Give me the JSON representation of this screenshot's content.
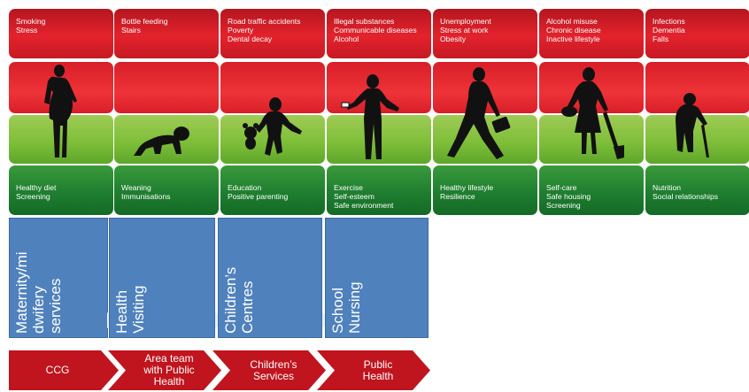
{
  "stages": [
    {
      "risks": "Smoking\nStress",
      "protective": "Healthy diet\nScreening",
      "silhouette": "pregnant-woman-icon"
    },
    {
      "risks": "Bottle feeding\nStairs",
      "protective": "Weaning\nImmunisations",
      "silhouette": "crawling-baby-icon"
    },
    {
      "risks": "Road traffic accidents\nPoverty\nDental decay",
      "protective": "Education\nPositive parenting",
      "silhouette": "child-with-teddy-icon"
    },
    {
      "risks": "Illegal substances\nCommunicable diseases\nAlcohol",
      "protective": "Exercise\nSelf-esteem\nSafe environment",
      "silhouette": "teen-with-phone-icon"
    },
    {
      "risks": "Unemployment\nStress at work\nObesity",
      "protective": "Healthy lifestyle\nResilience",
      "silhouette": "walking-adult-with-briefcase-icon"
    },
    {
      "risks": "Alcohol misuse\nChronic disease\nInactive lifestyle",
      "protective": "Self-care\nSafe housing\nScreening",
      "silhouette": "woman-gardening-icon"
    },
    {
      "risks": "Infections\nDementia\nFalls",
      "protective": "Nutrition\nSocial relationships",
      "silhouette": "elderly-with-cane-icon"
    }
  ],
  "services": [
    {
      "label": "Maternity/mi\ndwifery\nservices"
    },
    {
      "label": "Health\nVisiting"
    },
    {
      "label": "Children’s\nCentres"
    },
    {
      "label": "School\nNursing"
    }
  ],
  "commissioners": [
    {
      "label": "CCG"
    },
    {
      "label": "Area team\nwith Public\nHealth"
    },
    {
      "label": "Children’s\nServices"
    },
    {
      "label": "Public\nHealth"
    }
  ],
  "colors": {
    "risk_red": "#e4222c",
    "protect_green": "#1f7e30",
    "service_blue": "#4f81bd",
    "chevron_red": "#c0141e"
  }
}
